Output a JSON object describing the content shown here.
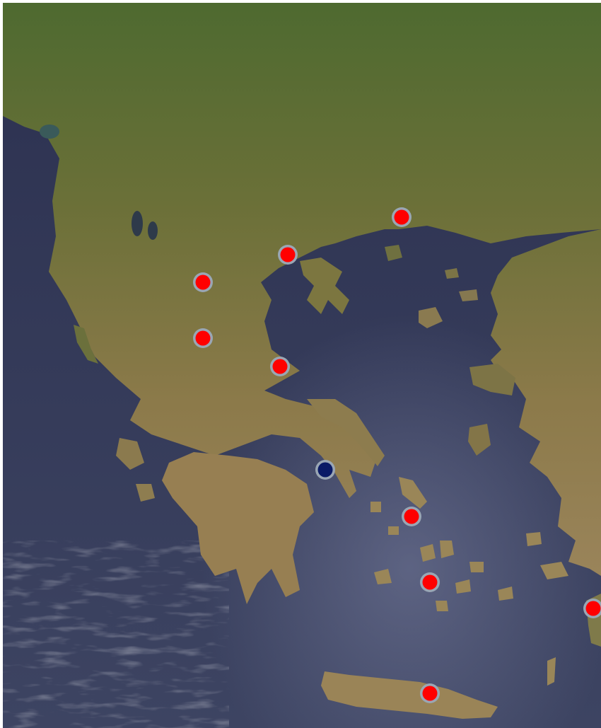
{
  "map": {
    "colors": {
      "sea": "#2f3552",
      "sea_light": "#4f5677",
      "land_green": "#4f6a32",
      "land_dry": "#8f7a4c",
      "land_brown": "#a08a5b",
      "marker_red": "#ff0000",
      "marker_navy": "#0a1a66",
      "marker_ring": "#9aa6b4"
    },
    "markers": [
      {
        "id": "marker-1",
        "color": "red"
      },
      {
        "id": "marker-2",
        "color": "red"
      },
      {
        "id": "marker-3",
        "color": "red"
      },
      {
        "id": "marker-4",
        "color": "red"
      },
      {
        "id": "marker-5",
        "color": "red"
      },
      {
        "id": "marker-6",
        "color": "navy"
      },
      {
        "id": "marker-7",
        "color": "red"
      },
      {
        "id": "marker-8",
        "color": "red"
      },
      {
        "id": "marker-9",
        "color": "red"
      },
      {
        "id": "marker-10",
        "color": "red"
      }
    ]
  }
}
